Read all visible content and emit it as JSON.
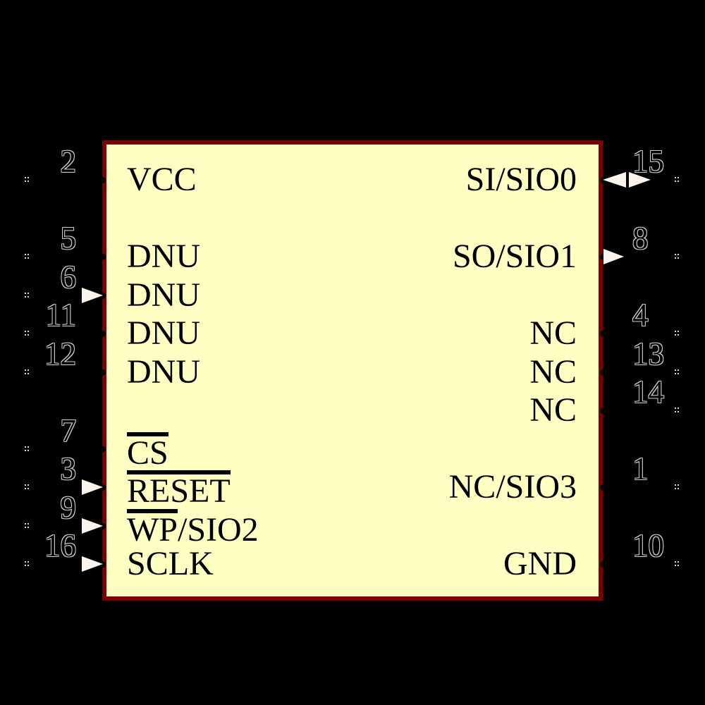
{
  "component": {
    "colors": {
      "background": "#000000",
      "body_fill": "#ffffc4",
      "body_border": "#7b0000",
      "text": "#000000",
      "arrow_fill": "#fbf4ec",
      "pin_number_outline": "#cfcfcf",
      "pin_end_marker": "#d9d9d9"
    }
  },
  "pins": {
    "left": [
      {
        "number": "2",
        "label_over": "",
        "label_rest": "VCC",
        "direction": "passive"
      },
      {
        "number": "5",
        "label_over": "",
        "label_rest": "DNU",
        "direction": "passive"
      },
      {
        "number": "6",
        "label_over": "",
        "label_rest": "DNU",
        "direction": "input"
      },
      {
        "number": "11",
        "label_over": "",
        "label_rest": "DNU",
        "direction": "passive"
      },
      {
        "number": "12",
        "label_over": "",
        "label_rest": "DNU",
        "direction": "passive"
      },
      {
        "number": "7",
        "label_over": "CS",
        "label_rest": "",
        "direction": "passive"
      },
      {
        "number": "3",
        "label_over": "RESET",
        "label_rest": "",
        "direction": "input"
      },
      {
        "number": "9",
        "label_over": "WP",
        "label_rest": "/SIO2",
        "direction": "input"
      },
      {
        "number": "16",
        "label_over": "",
        "label_rest": "SCLK",
        "direction": "input"
      }
    ],
    "right": [
      {
        "number": "15",
        "label_over": "",
        "label_rest": "SI/SIO0",
        "direction": "bidirectional"
      },
      {
        "number": "8",
        "label_over": "",
        "label_rest": "SO/SIO1",
        "direction": "output"
      },
      {
        "number": "4",
        "label_over": "",
        "label_rest": "NC",
        "direction": "passive"
      },
      {
        "number": "13",
        "label_over": "",
        "label_rest": "NC",
        "direction": "passive"
      },
      {
        "number": "14",
        "label_over": "",
        "label_rest": "NC",
        "direction": "passive"
      },
      {
        "number": "1",
        "label_over": "",
        "label_rest": "NC/SIO3",
        "direction": "passive"
      },
      {
        "number": "10",
        "label_over": "",
        "label_rest": "GND",
        "direction": "passive"
      }
    ]
  }
}
